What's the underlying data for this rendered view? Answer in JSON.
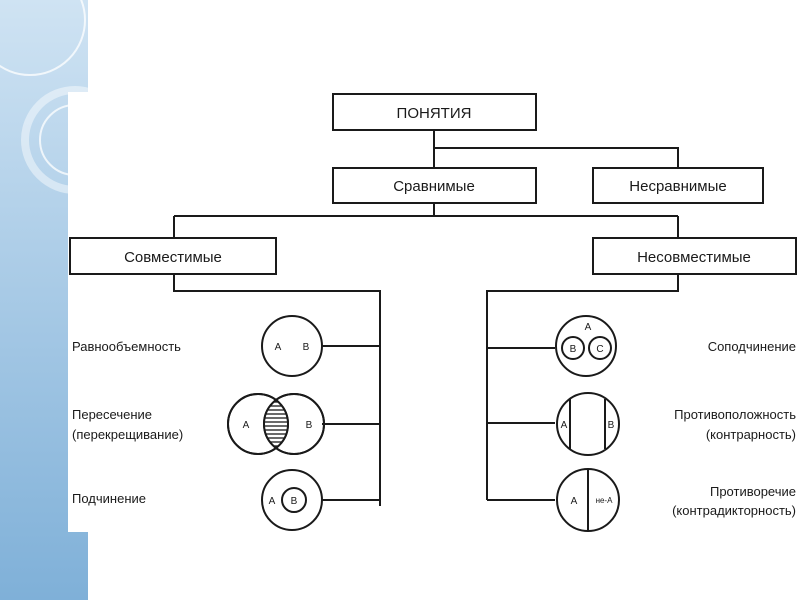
{
  "colors": {
    "sidebar_light": "#cfe3f3",
    "sidebar_dark": "#7fb0d8",
    "line": "#1a1a1a",
    "background": "#ffffff"
  },
  "boxes": {
    "root": "ПОНЯТИЯ",
    "comparable": "Сравнимые",
    "incomparable": "Несравнимые",
    "compatible": "Совместимые",
    "incompatible": "Несовместимые"
  },
  "compatible_relations": [
    {
      "label_lines": [
        "Равнообъемность"
      ],
      "circle_labels": [
        "A",
        "B"
      ]
    },
    {
      "label_lines": [
        "Пересечение",
        "(перекрещивание)"
      ],
      "circle_labels": [
        "A",
        "B"
      ]
    },
    {
      "label_lines": [
        "Подчинение"
      ],
      "circle_labels": [
        "A",
        "B"
      ]
    }
  ],
  "incompatible_relations": [
    {
      "label_lines": [
        "Соподчинение"
      ],
      "circle_labels": [
        "A",
        "B",
        "C"
      ]
    },
    {
      "label_lines": [
        "Противоположность",
        "(контрарность)"
      ],
      "circle_labels": [
        "A",
        "B"
      ]
    },
    {
      "label_lines": [
        "Противоречие",
        "(контрадикторность)"
      ],
      "circle_labels": [
        "A",
        "не-A"
      ]
    }
  ]
}
